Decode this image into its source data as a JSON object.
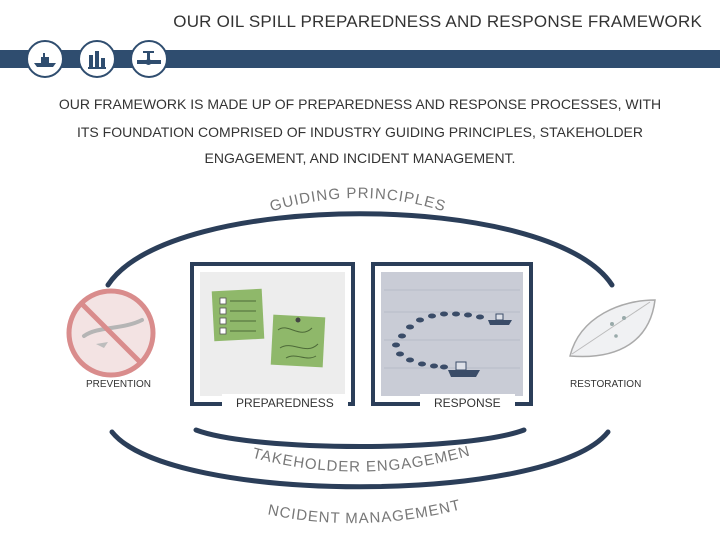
{
  "header": {
    "title": "OUR OIL SPILL PREPAREDNESS AND RESPONSE FRAMEWORK"
  },
  "intro": {
    "line1": "OUR FRAMEWORK IS MADE UP OF PREPAREDNESS AND RESPONSE PROCESSES, WITH",
    "line2": "ITS FOUNDATION COMPRISED OF INDUSTRY GUIDING PRINCIPLES, STAKEHOLDER",
    "line3": "ENGAGEMENT, AND INCIDENT MANAGEMENT."
  },
  "diagram": {
    "guiding": "GUIDING PRINCIPLES",
    "stakeholder": "STAKEHOLDER ENGAGEMENT",
    "incident": "INCIDENT MANAGEMENT",
    "prevention": "PREVENTION",
    "preparedness": "PREPAREDNESS",
    "response": "RESPONSE",
    "restoration": "RESTORATION"
  },
  "icons": [
    "boat-icon",
    "refinery-icon",
    "pipeline-icon"
  ],
  "colors": {
    "band": "#2f4d6f",
    "arc": "#2b3e59",
    "note_green": "#8fb86a",
    "water": "#c9ccd6",
    "prohibit": "#d98c8c"
  }
}
